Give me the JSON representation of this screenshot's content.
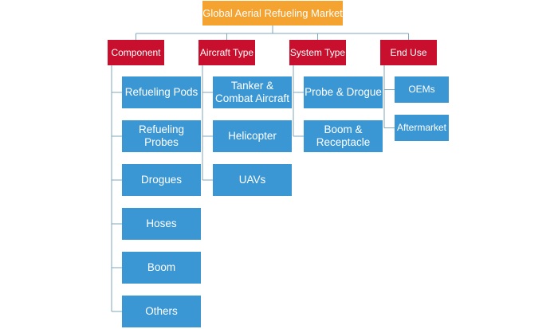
{
  "root": {
    "label": "Global Aerial Refueling Market",
    "color": "#F4A230"
  },
  "categories": [
    {
      "label": "Component",
      "color": "#C8102E",
      "items": [
        "Refueling Pods",
        "Refueling Probes",
        "Drogues",
        "Hoses",
        "Boom",
        "Others"
      ]
    },
    {
      "label": "Aircraft Type",
      "color": "#C8102E",
      "items": [
        "Tanker & Combat Aircraft",
        "Helicopter",
        "UAVs"
      ]
    },
    {
      "label": "System Type",
      "color": "#C8102E",
      "items": [
        "Probe & Drogue",
        "Boom & Receptacle"
      ]
    },
    {
      "label": "End Use",
      "color": "#C8102E",
      "items": [
        "OEMs",
        "Aftermarket"
      ]
    }
  ],
  "leaf_color": "#3B97D3",
  "connector_color": "#7FA7BE"
}
